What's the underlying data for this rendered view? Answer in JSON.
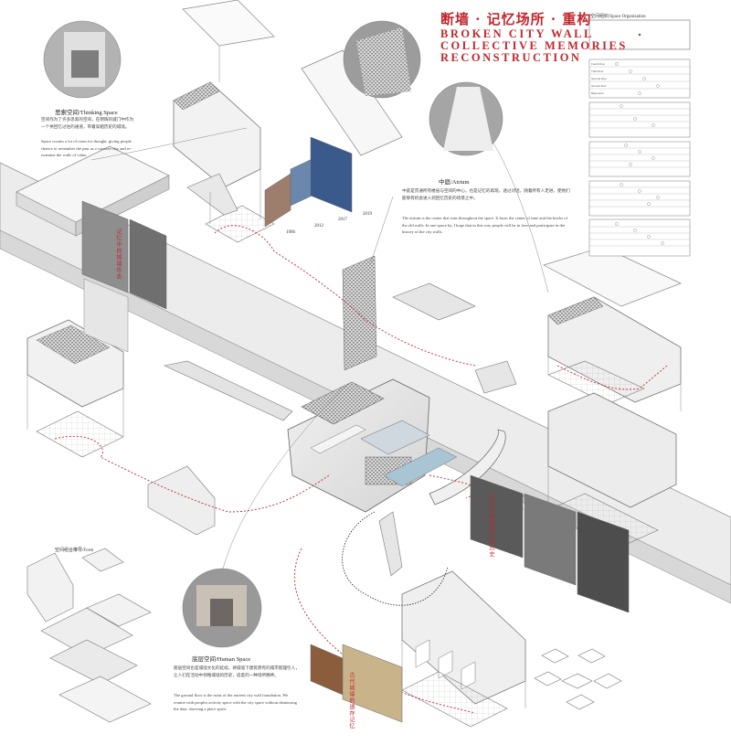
{
  "title": {
    "cn": "断墙 · 记忆场所 · 重构",
    "en_lines": [
      "BROKEN  CITY  WALL",
      "COLLECTIVE MEMORIES",
      "RECONSTRUCTION"
    ]
  },
  "space_organization": {
    "heading": "空间组织/Space Organization",
    "row_labels": [
      "Fourth floor",
      "Third floor",
      "Second floor",
      "Ground floor",
      "Basement"
    ]
  },
  "thinking_space": {
    "heading": "思索空间/Thinking Space",
    "body_cn": "空间作为了许多思索的空间，在明辉的城门中作为一个供回忆过往的通道，带着穿越历史的城墙。",
    "body_en": "Space creates a lot of room for thought, giving people chance to remember the past as a concave city and re-examine the walls of value."
  },
  "atrium": {
    "heading": "中庭/Atrium",
    "body_cn": "中庭是贯通所有楼层与空间的中心，也是记忆的再现，透过对话，随着所有人走进，使他们能够有机会进入到回忆历史的场景之中。",
    "body_en": "The atrium is the center that runs throughout the space. It fuses the center of time and the bricks of the old walls. In one space by, I hope that in this way people will be in love and participate in the history of the city walls."
  },
  "human_space": {
    "heading": "底层空间/Human Space",
    "body_cn": "底层空间也是城墙文化的延续。将城墙下建筑原有的城市肌理引入，让人们在活动中领略城墙的历史，适度的一种场所精神。",
    "body_en": "The ground floor is the ruins of the ancient city wall foundation. We reunite with peoples activity space with the city space without dismissing the data, showing a place spirit."
  },
  "spatial_composition": {
    "heading": "空间组合推导/Form"
  },
  "vertical_captions": [
    "记忆中的城墙形态",
    "记忆中城墙城内的历史",
    "古代城墙的遗存记忆"
  ],
  "years": [
    "1906",
    "2012",
    "2017",
    "2019"
  ],
  "colors": {
    "accent": "#c1272d",
    "line": "#555555",
    "wall_fill": "#e2e2e2",
    "route": "#c1272d"
  }
}
